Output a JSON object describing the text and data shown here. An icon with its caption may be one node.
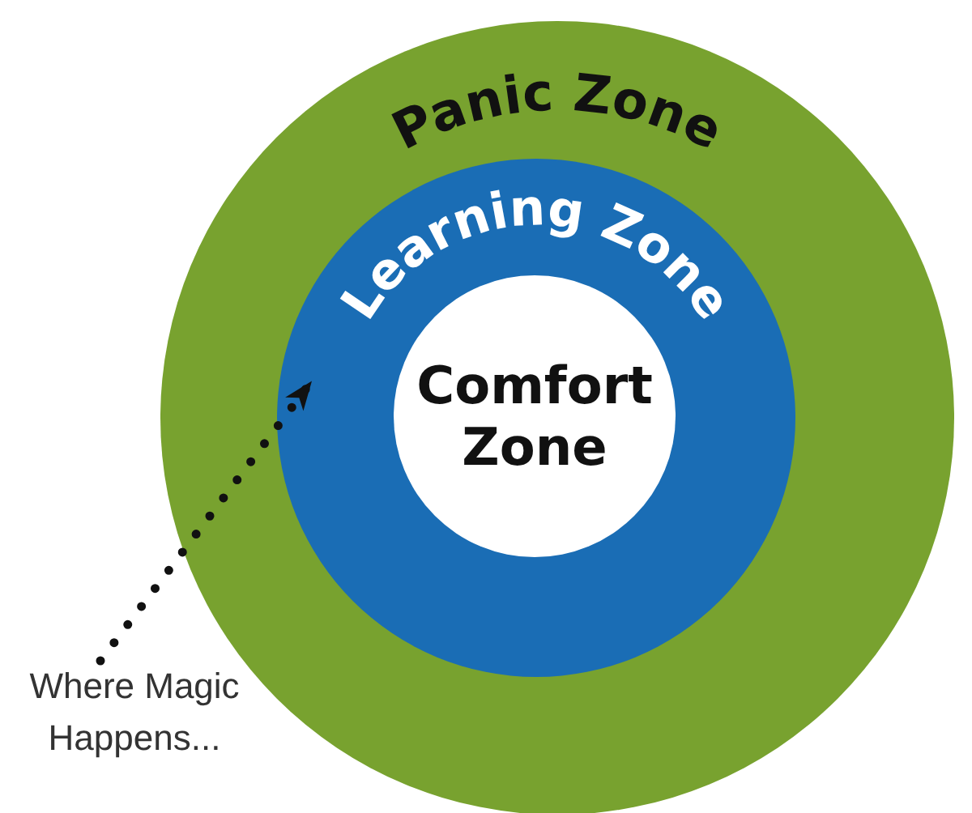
{
  "diagram": {
    "nodes": [
      {
        "text": [
          "Panic Zone"
        ]
      },
      {
        "text": [
          "Learning Zone"
        ],
        "in": 0
      },
      {
        "text": [
          "Comfort Zone"
        ],
        "in": 1
      },
      {
        "text": [
          "Where Magic Happens..."
        ]
      }
    ],
    "edges": [
      {
        "from": 3,
        "to": 1,
        "arrow": "to",
        "style": "dashed"
      }
    ]
  }
}
